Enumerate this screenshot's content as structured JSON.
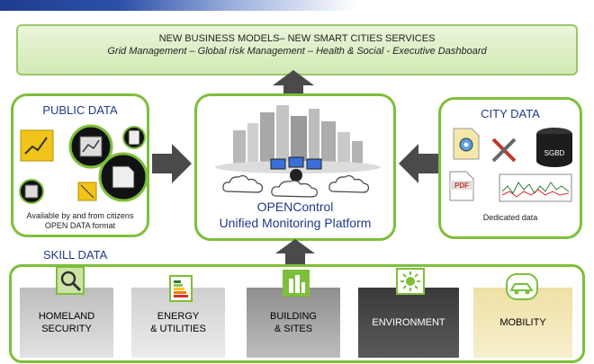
{
  "banner": {
    "line1": "NEW BUSINESS MODELS– NEW SMART CITIES SERVICES",
    "line2": "Grid Management – Global risk Management – Health  & Social - Executive Dashboard"
  },
  "public_data": {
    "title": "PUBLIC DATA",
    "caption_line1": "Available by and from citizens",
    "caption_line2": "OPEN DATA format"
  },
  "platform": {
    "line1": "OPENControl",
    "line2": "Unified Monitoring Platform"
  },
  "city_data": {
    "title": "CITY DATA",
    "db_label": "SGBD",
    "pdf_label": "PDF",
    "caption": "Dedicated data"
  },
  "skill_data": {
    "title": "SKILL DATA",
    "tiles": [
      {
        "line1": "HOMELAND",
        "line2": "SECURITY",
        "color": "#cfcfcf",
        "text_color": "#111111"
      },
      {
        "line1": "ENERGY",
        "line2": "& UTILITIES",
        "color": "#dcdcdc",
        "text_color": "#111111"
      },
      {
        "line1": "BUILDING",
        "line2": "& SITES",
        "color": "#a9a9a9",
        "text_color": "#111111"
      },
      {
        "line1": "ENVIRONMENT",
        "line2": "",
        "color": "#4b4b4b",
        "text_color": "#ffffff"
      },
      {
        "line1": "MOBILITY",
        "line2": "",
        "color": "#f3e7b8",
        "text_color": "#111111"
      }
    ]
  },
  "colors": {
    "accent_green": "#7dbf3a",
    "title_blue": "#1f3a8a",
    "arrow_gray": "#4a4a4a"
  }
}
